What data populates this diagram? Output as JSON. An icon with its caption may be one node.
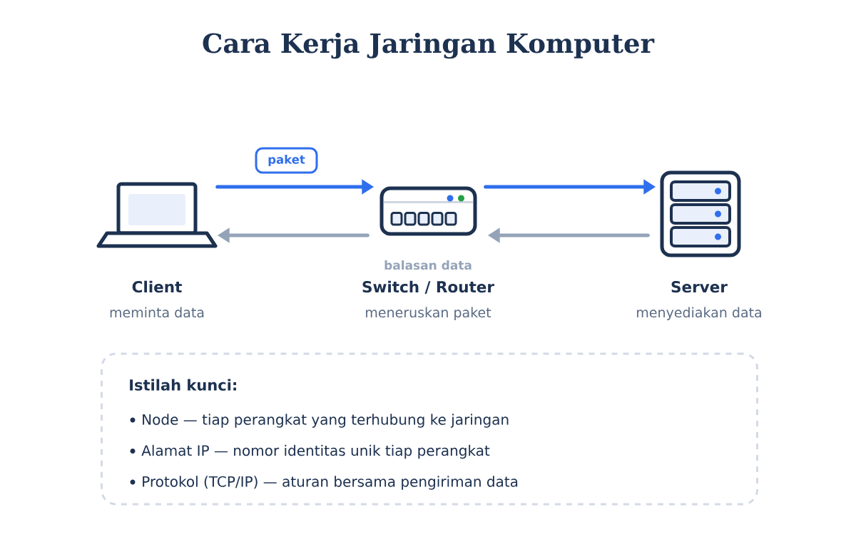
{
  "diagram": {
    "title": "Cara Kerja Jaringan Komputer",
    "nodes": [
      {
        "text": [],
        "shape": "picture",
        "beside": [
          "Client",
          "meminta data"
        ]
      },
      {
        "text": [],
        "shape": "picture",
        "beside": [
          "Switch / Router",
          "meneruskan paket"
        ]
      },
      {
        "text": [],
        "shape": "picture",
        "beside": [
          "Server",
          "menyediakan data"
        ]
      },
      {
        "text": [
          "Istilah kunci:",
          "Node — tiap perangkat yang terhubung ke jaringan",
          "Alamat IP — nomor identitas unik tiap perangkat",
          "Protokol (TCP/IP) — aturan bersama pengiriman data"
        ]
      }
    ],
    "edges": [
      {
        "from": 0,
        "to": 1,
        "arrow": "to",
        "label": "paket",
        "color": "#2f6fec"
      },
      {
        "from": 1,
        "to": 2,
        "arrow": "to",
        "color": "#2f6fec"
      },
      {
        "from": 2,
        "to": 1,
        "arrow": "to",
        "color": "#94a3b8"
      },
      {
        "from": 1,
        "to": 0,
        "arrow": "to",
        "color": "#94a3b8"
      }
    ],
    "labels": [
      "balasan data"
    ]
  }
}
